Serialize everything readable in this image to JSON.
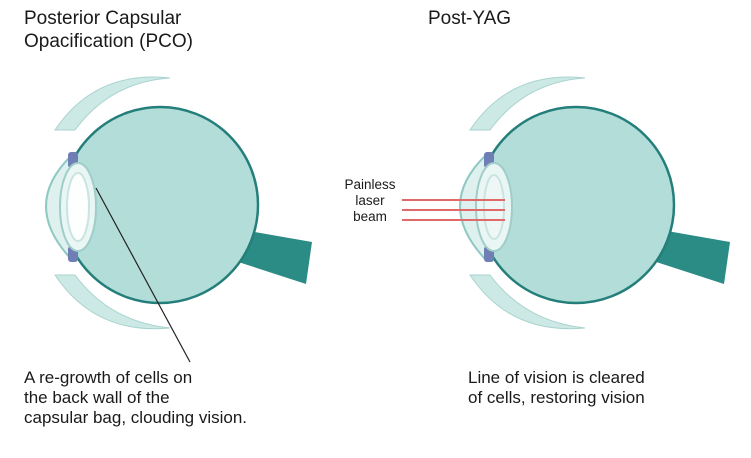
{
  "left": {
    "title_line1": "Posterior Capsular",
    "title_line2": "Opacification (PCO)",
    "caption_line1": "A re-growth of cells on",
    "caption_line2": "the back wall of the",
    "caption_line3": "capsular bag, clouding vision."
  },
  "right": {
    "title": "Post-YAG",
    "laser_label_line1": "Painless",
    "laser_label_line2": "laser",
    "laser_label_line3": "beam",
    "caption_line1": "Line of vision is cleared",
    "caption_line2": "of cells, restoring vision"
  },
  "colors": {
    "eyeball": "#b3ddd9",
    "eyeball_stroke": "#247e7a",
    "optic_nerve": "#2b8b85",
    "eyelid": "#cde9e6",
    "cornea": "#e2f2f0",
    "lens": "#eef7f6",
    "iris": "#6f7fb6",
    "laser": "#e06a6a"
  }
}
